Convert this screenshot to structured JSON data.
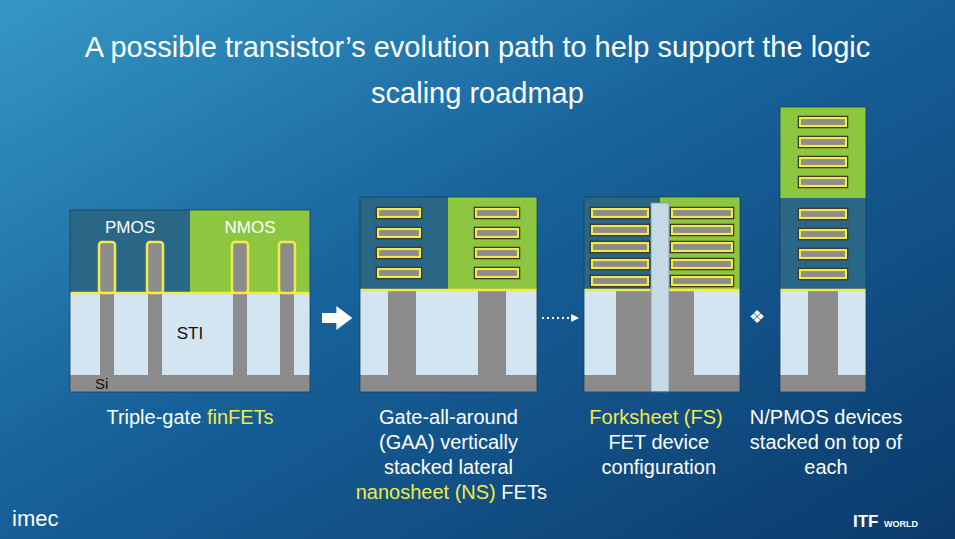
{
  "diagram": {
    "title": "A possible transistor’s evolution path to help support the logic scaling roadmap",
    "nodes": [
      {
        "text": [
          "Triple-gate",
          "finFETs"
        ]
      },
      {
        "text": [
          "PMOS"
        ],
        "in": 0
      },
      {
        "text": [
          "NMOS"
        ],
        "in": 0
      },
      {
        "text": [
          "STI"
        ],
        "in": 0
      },
      {
        "text": [
          "Si"
        ],
        "in": 0
      },
      {
        "text": [
          "Gate-all-around (GAA) vertically stacked lateral",
          "nanosheet (NS)",
          "FETs"
        ]
      },
      {
        "text": [
          "Forksheet (FS)",
          "FET device configuration"
        ]
      },
      {
        "text": [
          "N/PMOS devices stacked on top of each"
        ]
      }
    ],
    "edges": [
      {
        "from": 0,
        "to": 5,
        "arrow": "to"
      },
      {
        "from": 5,
        "to": 6,
        "arrow": "to"
      }
    ],
    "labels": [
      "❖",
      "imec",
      "ITF",
      "WORLD"
    ]
  }
}
